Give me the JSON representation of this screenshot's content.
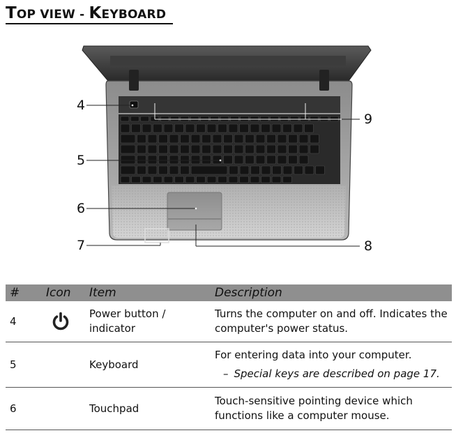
{
  "heading": {
    "t_cap": "T",
    "t_rest": "OP VIEW - ",
    "k_cap": "K",
    "k_rest": "EYBOARD"
  },
  "callouts": [
    {
      "label": "4"
    },
    {
      "label": "5"
    },
    {
      "label": "6"
    },
    {
      "label": "7"
    },
    {
      "label": "8"
    },
    {
      "label": "9"
    }
  ],
  "table": {
    "headers": {
      "num": "#",
      "icon": "Icon",
      "item": "Item",
      "description": "Description"
    },
    "rows": [
      {
        "num": "4",
        "icon": "power-icon",
        "item": "Power button / indicator",
        "description": "Turns the computer on and off. Indicates the computer's power status."
      },
      {
        "num": "5",
        "icon": "",
        "item": "Keyboard",
        "description": "For entering data into your computer.",
        "note": "Special keys are described on page 17."
      },
      {
        "num": "6",
        "icon": "",
        "item": "Touchpad",
        "description": "Touch-sensitive pointing device which functions like a computer mouse."
      }
    ]
  }
}
